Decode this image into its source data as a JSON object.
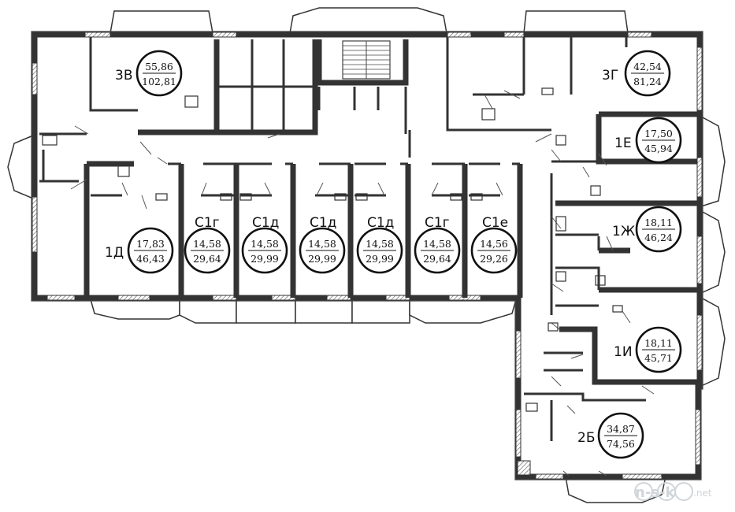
{
  "apartments": [
    {
      "code": "3В",
      "living": "55,86",
      "total": "102,81"
    },
    {
      "code": "3Г",
      "living": "42,54",
      "total": "81,24"
    },
    {
      "code": "1Е",
      "living": "17,50",
      "total": "45,94"
    },
    {
      "code": "1Д",
      "living": "17,83",
      "total": "46,43"
    },
    {
      "code": "С1г",
      "living": "14,58",
      "total": "29,64"
    },
    {
      "code": "С1д",
      "living": "14,58",
      "total": "29,99"
    },
    {
      "code": "С1д",
      "living": "14,58",
      "total": "29,99"
    },
    {
      "code": "С1д",
      "living": "14,58",
      "total": "29,99"
    },
    {
      "code": "С1г",
      "living": "14,58",
      "total": "29,64"
    },
    {
      "code": "С1е",
      "living": "14,56",
      "total": "29,26"
    },
    {
      "code": "1Ж",
      "living": "18,11",
      "total": "46,24"
    },
    {
      "code": "1И",
      "living": "18,11",
      "total": "45,71"
    },
    {
      "code": "2Б",
      "living": "34,87",
      "total": "74,56"
    }
  ],
  "watermark": {
    "brand": "n-s-k",
    "tld": ".net"
  },
  "colors": {
    "wall": "#333333",
    "background": "#ffffff",
    "watermark": "#cfd5d9"
  }
}
